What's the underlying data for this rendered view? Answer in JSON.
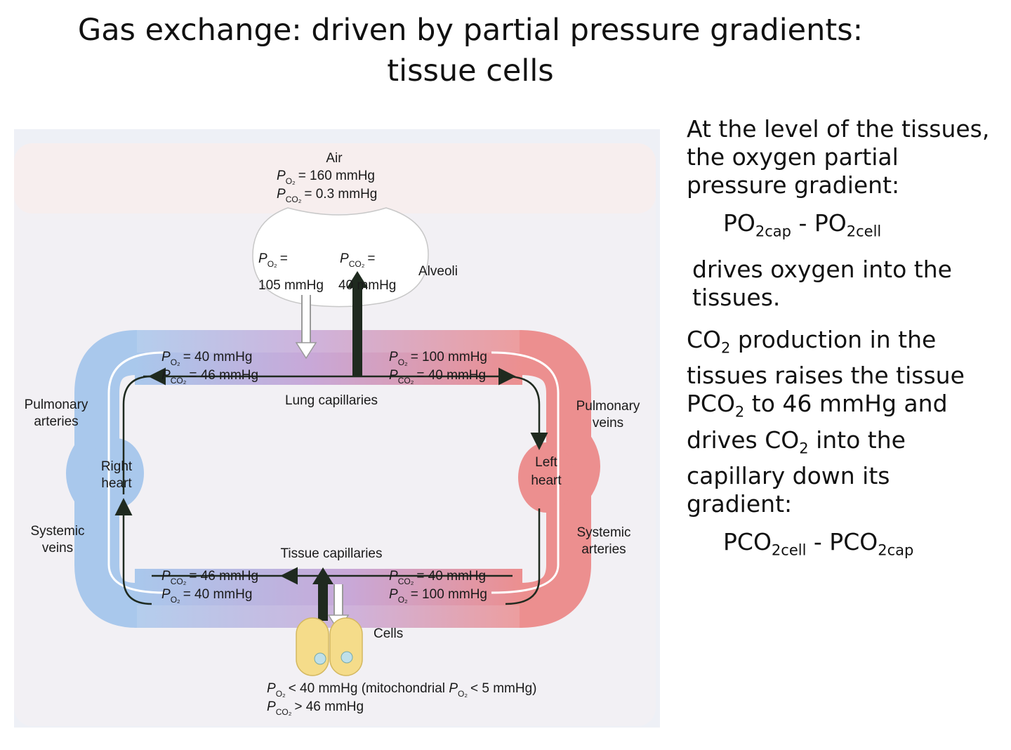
{
  "title": {
    "line1": "Gas exchange: driven by partial pressure gradients:",
    "line2": "tissue cells"
  },
  "diagram": {
    "air": {
      "label": "Air",
      "po2_symbol": "P",
      "po2_sub": "O₂",
      "po2_value": "= 160 mmHg",
      "pco2_symbol": "P",
      "pco2_sub": "CO₂",
      "pco2_value": "= 0.3 mmHg"
    },
    "alveoli": {
      "label": "Alveoli",
      "po2_head": "= ",
      "po2_value": "105 mmHg",
      "pco2_head": "= ",
      "pco2_value": "40 mmHg"
    },
    "lung_left": {
      "po2": "= 40 mmHg",
      "pco2": "= 46 mmHg"
    },
    "lung_right": {
      "po2": "= 100 mmHg",
      "pco2": "= 40 mmHg"
    },
    "lung_capillaries": "Lung capillaries",
    "tissue_capillaries": "Tissue capillaries",
    "tissue_left": {
      "pco2": "= 46 mmHg",
      "po2": "= 40 mmHg"
    },
    "tissue_right": {
      "pco2": "= 40 mmHg",
      "po2": "= 100 mmHg"
    },
    "pulmonary_arteries": [
      "Pulmonary",
      "arteries"
    ],
    "pulmonary_veins": [
      "Pulmonary",
      "veins"
    ],
    "right_heart": [
      "Right",
      "heart"
    ],
    "left_heart": [
      "Left",
      "heart"
    ],
    "systemic_veins": [
      "Systemic",
      "veins"
    ],
    "systemic_arteries": [
      "Systemic",
      "arteries"
    ],
    "cells": "Cells",
    "cells_po2": "< 40 mmHg (mitochondrial ",
    "cells_po2_mito": "< 5 mmHg)",
    "cells_pco2": "> 46 mmHg",
    "colors": {
      "deoxygenated": "#a9c8ec",
      "oxygenated": "#ec8f8f",
      "cells": "#f5dc8a",
      "arrow": "#1f2a1f"
    }
  },
  "side_text": {
    "p1": "At the level of the tissues, the oxygen partial pressure gradient:",
    "f1_a": "PO",
    "f1_a_sub": "2cap",
    "f1_mid": " - PO",
    "f1_b_sub": "2cell",
    "p2": "drives oxygen into the tissues.",
    "p3_a": "CO",
    "p3_a_sub": "2",
    "p3_b": " production in the tissues raises the tissue PCO",
    "p3_b_sub": "2",
    "p3_c": " to 46 mmHg and drives CO",
    "p3_c_sub": "2",
    "p3_d": " into the capillary down its gradient:",
    "f2_a": "PCO",
    "f2_a_sub": "2cell",
    "f2_mid": " - PCO",
    "f2_b_sub": "2cap"
  }
}
